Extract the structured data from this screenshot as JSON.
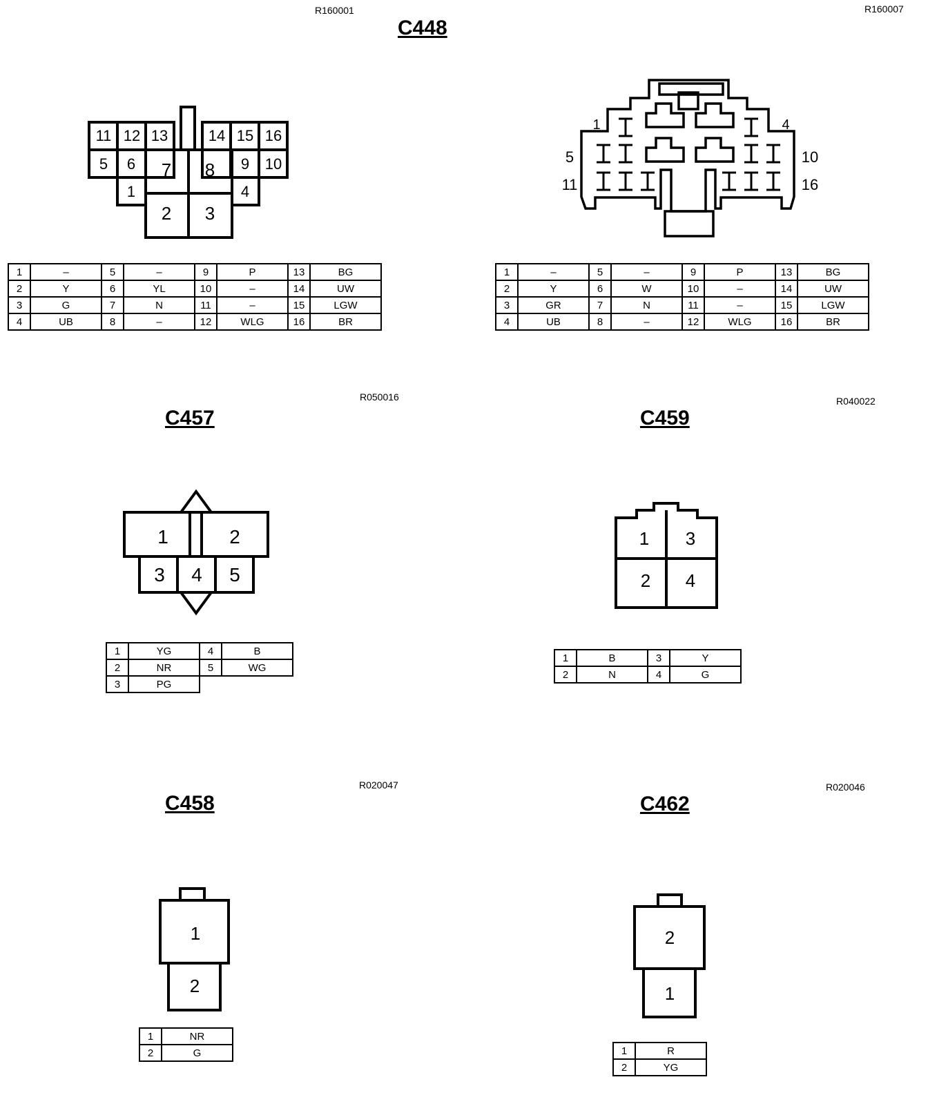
{
  "refs": {
    "c448_left": "R160001",
    "c448_right": "R160007",
    "c457": "R050016",
    "c459": "R040022",
    "c458": "R020047",
    "c462": "R020046"
  },
  "titles": {
    "c448": "C448",
    "c457": "C457",
    "c459": "C459",
    "c458": "C458",
    "c462": "C462"
  },
  "c448_left": {
    "face_labels": [
      "11",
      "12",
      "13",
      "14",
      "15",
      "16",
      "5",
      "6",
      "7",
      "8",
      "9",
      "10",
      "1",
      "2",
      "3",
      "4"
    ],
    "table": [
      [
        {
          "n": "1",
          "c": "–"
        },
        {
          "n": "5",
          "c": "–"
        },
        {
          "n": "9",
          "c": "P"
        },
        {
          "n": "13",
          "c": "BG"
        }
      ],
      [
        {
          "n": "2",
          "c": "Y"
        },
        {
          "n": "6",
          "c": "YL"
        },
        {
          "n": "10",
          "c": "–"
        },
        {
          "n": "14",
          "c": "UW"
        }
      ],
      [
        {
          "n": "3",
          "c": "G"
        },
        {
          "n": "7",
          "c": "N"
        },
        {
          "n": "11",
          "c": "–"
        },
        {
          "n": "15",
          "c": "LGW"
        }
      ],
      [
        {
          "n": "4",
          "c": "UB"
        },
        {
          "n": "8",
          "c": "–"
        },
        {
          "n": "12",
          "c": "WLG"
        },
        {
          "n": "16",
          "c": "BR"
        }
      ]
    ]
  },
  "c448_right": {
    "face_labels": [
      "1",
      "4",
      "5",
      "10",
      "11",
      "16"
    ],
    "table": [
      [
        {
          "n": "1",
          "c": "–"
        },
        {
          "n": "5",
          "c": "–"
        },
        {
          "n": "9",
          "c": "P"
        },
        {
          "n": "13",
          "c": "BG"
        }
      ],
      [
        {
          "n": "2",
          "c": "Y"
        },
        {
          "n": "6",
          "c": "W"
        },
        {
          "n": "10",
          "c": "–"
        },
        {
          "n": "14",
          "c": "UW"
        }
      ],
      [
        {
          "n": "3",
          "c": "GR"
        },
        {
          "n": "7",
          "c": "N"
        },
        {
          "n": "11",
          "c": "–"
        },
        {
          "n": "15",
          "c": "LGW"
        }
      ],
      [
        {
          "n": "4",
          "c": "UB"
        },
        {
          "n": "8",
          "c": "–"
        },
        {
          "n": "12",
          "c": "WLG"
        },
        {
          "n": "16",
          "c": "BR"
        }
      ]
    ]
  },
  "c457": {
    "face_labels": [
      "1",
      "2",
      "3",
      "4",
      "5"
    ],
    "table": [
      [
        {
          "n": "1",
          "c": "YG"
        },
        {
          "n": "4",
          "c": "B"
        }
      ],
      [
        {
          "n": "2",
          "c": "NR"
        },
        {
          "n": "5",
          "c": "WG"
        }
      ],
      [
        {
          "n": "3",
          "c": "PG"
        }
      ]
    ]
  },
  "c459": {
    "face_labels": [
      "1",
      "3",
      "2",
      "4"
    ],
    "table": [
      [
        {
          "n": "1",
          "c": "B"
        },
        {
          "n": "3",
          "c": "Y"
        }
      ],
      [
        {
          "n": "2",
          "c": "N"
        },
        {
          "n": "4",
          "c": "G"
        }
      ]
    ]
  },
  "c458": {
    "face_labels": [
      "1",
      "2"
    ],
    "table": [
      [
        {
          "n": "1",
          "c": "NR"
        }
      ],
      [
        {
          "n": "2",
          "c": "G"
        }
      ]
    ]
  },
  "c462": {
    "face_labels": [
      "2",
      "1"
    ],
    "table": [
      [
        {
          "n": "1",
          "c": "R"
        }
      ],
      [
        {
          "n": "2",
          "c": "YG"
        }
      ]
    ]
  }
}
